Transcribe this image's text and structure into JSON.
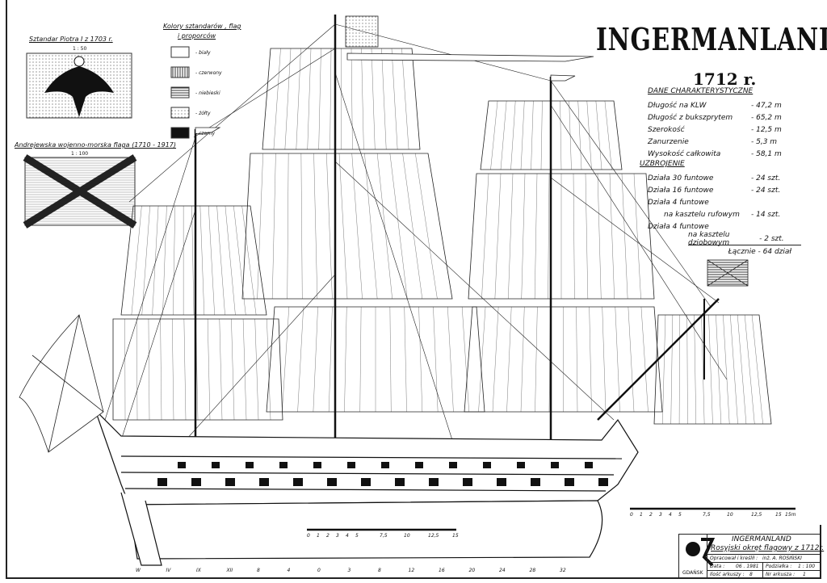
{
  "title": "INGERMANLAND",
  "year": "1712 r.",
  "standard": {
    "title": "Sztandar Piotra I z 1703 r.",
    "scale": "1 : 50"
  },
  "andrew_flag": {
    "title": "Andrejewska wojenno-morska flaga (1710 - 1917)",
    "scale": "1 : 100"
  },
  "colors_legend": {
    "title_line1": "Kolory sztandarów , flag",
    "title_line2": "i proporców",
    "items": [
      {
        "label": "- biały",
        "pattern": "white"
      },
      {
        "label": "- czerwony",
        "pattern": "vertical"
      },
      {
        "label": "- niebieski",
        "pattern": "horizontal"
      },
      {
        "label": "- żółty",
        "pattern": "dots"
      },
      {
        "label": "- czarny",
        "pattern": "black"
      }
    ]
  },
  "specs": {
    "heading": "DANE CHARAKTERYSTYCZNE",
    "rows": [
      {
        "label": "Długość na KLW",
        "value": "- 47,2 m"
      },
      {
        "label": "Długość z bukszprytem",
        "value": "- 65,2 m"
      },
      {
        "label": "Szerokość",
        "value": "- 12,5 m"
      },
      {
        "label": "Zanurzenie",
        "value": "- 5,3 m"
      },
      {
        "label": "Wysokość całkowita",
        "value": "- 58,1 m"
      }
    ],
    "armament_heading": "UZBROJENIE",
    "armament": [
      {
        "label": "Działa 30 funtowe",
        "value": "- 24 szt."
      },
      {
        "label": "Działa 16 funtowe",
        "value": "- 24 szt."
      },
      {
        "label": "Działa 4 funtowe",
        "value": ""
      },
      {
        "label": "na kasztelu rufowym",
        "value": "- 14 szt."
      },
      {
        "label": "Działa 4 funtowe",
        "value": ""
      },
      {
        "label": "na kasztelu dziobowym",
        "value": "- 2 szt."
      }
    ],
    "total": "Łącznie - 64 dział"
  },
  "scale_bar": {
    "ticks": [
      "0",
      "1",
      "2",
      "3",
      "4",
      "5",
      "7,5",
      "10",
      "12,5",
      "15"
    ],
    "unit": "15m"
  },
  "frames": [
    "W",
    "IV",
    "IX",
    "XII",
    "8",
    "4",
    "0",
    "3",
    "8",
    "12",
    "16",
    "20",
    "24",
    "28",
    "32"
  ],
  "title_block": {
    "logo_text": "GDAŃSK",
    "name": "INGERMANLAND",
    "subtitle": "Rosyjski okręt flagowy z 1712r.",
    "author_label": "Opracował i kreślił :",
    "author": "inż. A. ROSIŃSKI",
    "date_label": "Data :",
    "date": "06 . 1981",
    "scale_label": "Podziałka :",
    "scale": "1 : 100",
    "sheets_label": "Ilość arkuszy :",
    "sheets": "8",
    "sheet_no_label": "Nr arkusza :",
    "sheet_no": "1"
  }
}
